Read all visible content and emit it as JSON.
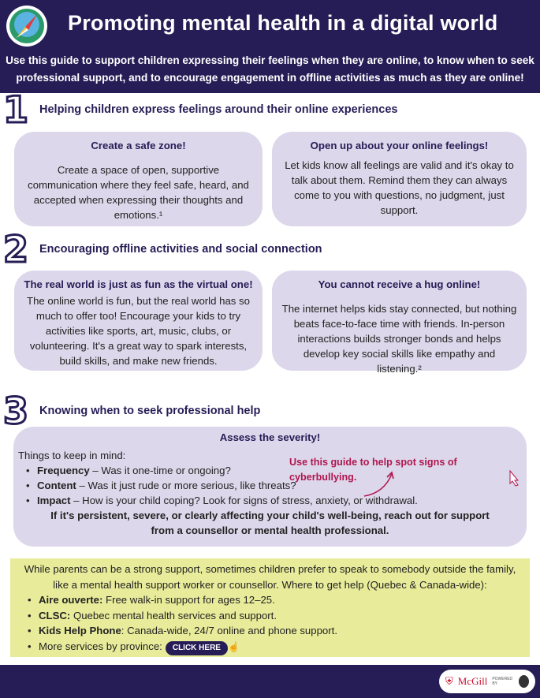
{
  "header": {
    "title": "Promoting mental health in a digital world",
    "subtitle": "Use this guide to support children expressing their feelings when they are online, to know when to seek professional support, and to encourage engagement in offline activities as much as they are online!"
  },
  "sections": [
    {
      "number": "1",
      "heading": "Helping children express feelings around their online experiences",
      "cards": [
        {
          "title": "Create a safe zone!",
          "body": "Create a space of open, supportive communication where they feel safe, heard, and accepted when expressing their thoughts and emotions.¹"
        },
        {
          "title": "Open up about your online feelings!",
          "body": "Let kids know all feelings are valid and it's okay to talk about them. Remind them they can always come to you with questions, no judgment, just support."
        }
      ]
    },
    {
      "number": "2",
      "heading": "Encouraging offline activities and social connection",
      "cards": [
        {
          "title": "The real world is just as fun as the virtual one!",
          "body": "The online world is fun, but the real world has so much to offer too! Encourage your kids to try activities like sports, art, music, clubs, or volunteering. It's a great way to spark interests, build skills, and make new friends."
        },
        {
          "title": "You cannot receive a hug online!",
          "body": "The internet helps kids stay connected, but nothing beats face-to-face time with friends. In-person interactions builds stronger bonds and helps develop key social skills like empathy and listening.²"
        }
      ]
    },
    {
      "number": "3",
      "heading": "Knowing when to seek professional help",
      "card": {
        "title": "Assess the severity!",
        "intro": "Things to keep in mind:",
        "link": "Use this guide to help spot signs of cyberbullying.",
        "items": [
          {
            "term": "Frequency",
            "text": " – Was it one-time or ongoing?"
          },
          {
            "term": "Content",
            "text": " – Was it just rude or more serious, like threats?"
          },
          {
            "term": "Impact",
            "text": " – How is your child coping? Look for signs of stress, anxiety, or withdrawal."
          }
        ],
        "conclusion": "If it's persistent, severe, or clearly affecting your child's well-being, reach out for support from a counsellor or mental health professional."
      }
    }
  ],
  "help": {
    "intro": "While parents can be a strong support, sometimes children prefer to speak to somebody outside the family, like a mental health support worker or counsellor. Where to get help (Quebec & Canada-wide):",
    "items": [
      {
        "term": "Aire ouverte:",
        "text": " Free walk-in support for ages 12–25."
      },
      {
        "term": "CLSC:",
        "text": " Quebec mental health services and support."
      },
      {
        "term": "Kids Help Phone",
        "text": ": Canada-wide, 24/7 online and phone support."
      }
    ],
    "more": "More services by province:",
    "button": "CLICK HERE"
  },
  "footer": {
    "logo": "McGill",
    "powered": "POWERED BY"
  },
  "colors": {
    "navy": "#261d56",
    "lavender": "#dcd7ea",
    "yellow": "#e8ec9a",
    "link": "#b0164f"
  }
}
